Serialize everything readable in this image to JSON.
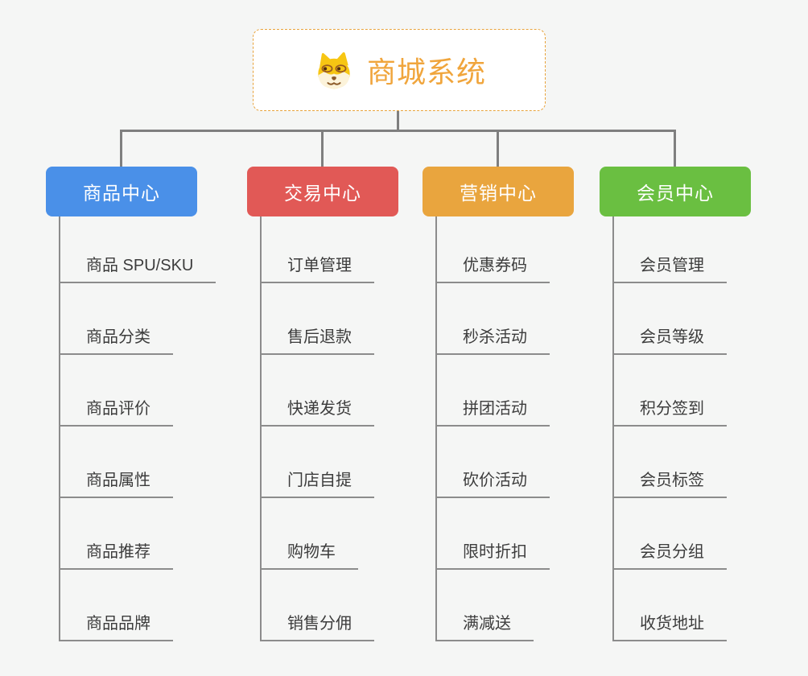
{
  "root": {
    "title": "商城系统",
    "icon": "shiba-dog-icon"
  },
  "branches": [
    {
      "id": "product-center",
      "label": "商品中心",
      "color": "#4a90e8",
      "items": [
        "商品 SPU/SKU",
        "商品分类",
        "商品评价",
        "商品属性",
        "商品推荐",
        "商品品牌"
      ]
    },
    {
      "id": "trade-center",
      "label": "交易中心",
      "color": "#e15956",
      "items": [
        "订单管理",
        "售后退款",
        "快递发货",
        "门店自提",
        "购物车",
        "销售分佣"
      ]
    },
    {
      "id": "marketing-center",
      "label": "营销中心",
      "color": "#e9a53e",
      "items": [
        "优惠券码",
        "秒杀活动",
        "拼团活动",
        "砍价活动",
        "限时折扣",
        "满减送"
      ]
    },
    {
      "id": "member-center",
      "label": "会员中心",
      "color": "#6abf41",
      "items": [
        "会员管理",
        "会员等级",
        "积分签到",
        "会员标签",
        "会员分组",
        "收货地址"
      ]
    }
  ],
  "palette": {
    "background": "#f5f6f5",
    "connector_line": "#7f7f7f",
    "leaf_underline": "#8c8c8c",
    "leaf_text": "#3c3c3c",
    "root_border": "#e8a33c",
    "root_text": "#f0a53c",
    "root_background": "#ffffff"
  }
}
